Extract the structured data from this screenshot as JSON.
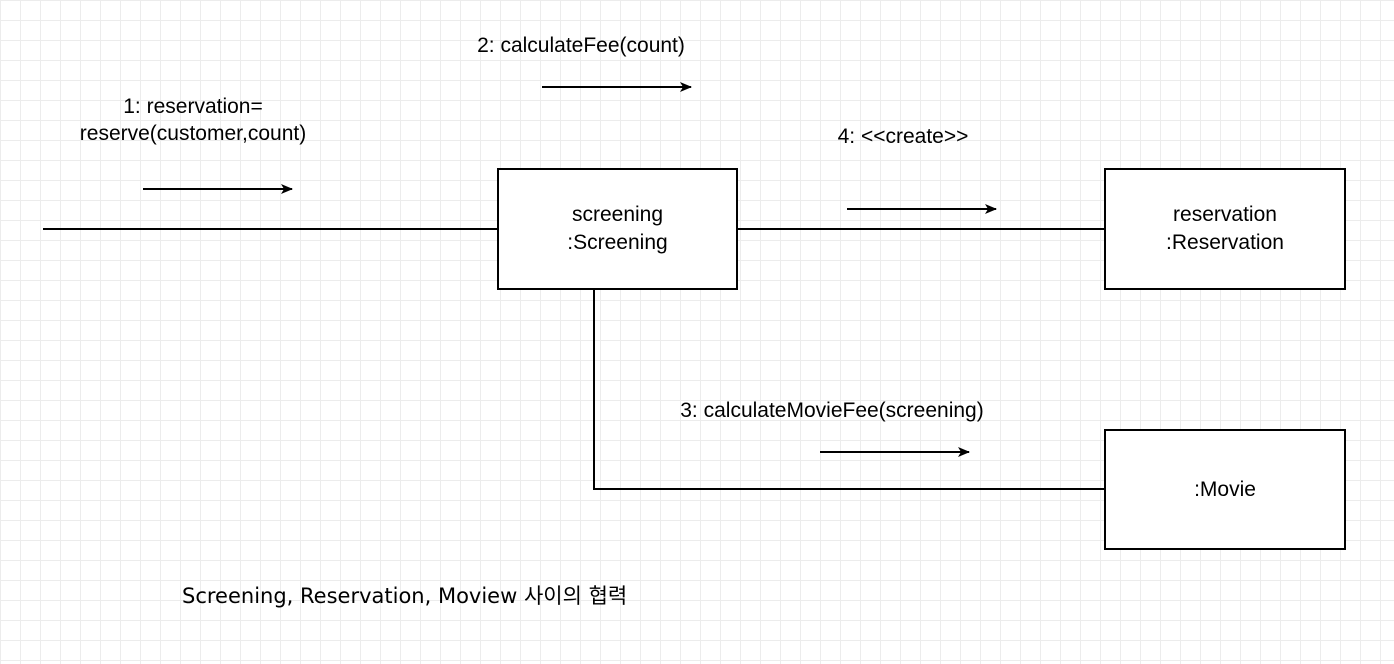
{
  "nodes": {
    "screening": {
      "name": "screening",
      "type": ":Screening"
    },
    "reservation": {
      "name": "reservation",
      "type": ":Reservation"
    },
    "movie": {
      "name": "",
      "type": ":Movie"
    }
  },
  "messages": {
    "reserve": {
      "line1": "1: reservation=",
      "line2": "reserve(customer,count)"
    },
    "calculate_fee": "2: calculateFee(count)",
    "calculate_movie_fee": "3: calculateMovieFee(screening)",
    "create": "4: <<create>>"
  },
  "caption": "Screening, Reservation, Moview 사이의 협력"
}
